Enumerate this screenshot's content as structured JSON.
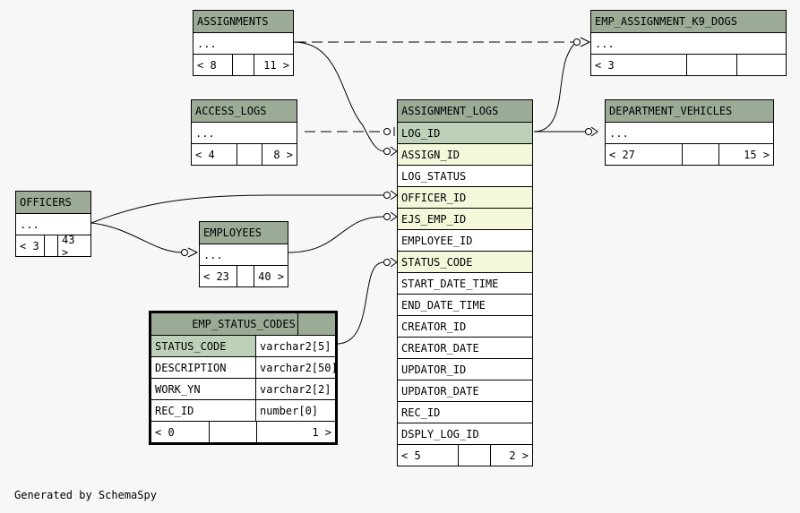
{
  "footer": "Generated by SchemaSpy",
  "tables": {
    "assignments": {
      "name": "ASSIGNMENTS",
      "ellipsis": "...",
      "parents": "< 8",
      "children": "11 >"
    },
    "emp_assignment_k9_dogs": {
      "name": "EMP_ASSIGNMENT_K9_DOGS",
      "ellipsis": "...",
      "parents": "< 3",
      "children": ""
    },
    "access_logs": {
      "name": "ACCESS_LOGS",
      "ellipsis": "...",
      "parents": "< 4",
      "children": "8 >"
    },
    "department_vehicles": {
      "name": "DEPARTMENT_VEHICLES",
      "ellipsis": "...",
      "parents": "< 27",
      "children": "15 >"
    },
    "officers": {
      "name": "OFFICERS",
      "ellipsis": "...",
      "parents": "< 3",
      "children": "43 >"
    },
    "employees": {
      "name": "EMPLOYEES",
      "ellipsis": "...",
      "parents": "< 23",
      "children": "40 >"
    },
    "assignment_logs": {
      "name": "ASSIGNMENT_LOGS",
      "columns": [
        "LOG_ID",
        "ASSIGN_ID",
        "LOG_STATUS",
        "OFFICER_ID",
        "EJS_EMP_ID",
        "EMPLOYEE_ID",
        "STATUS_CODE",
        "START_DATE_TIME",
        "END_DATE_TIME",
        "CREATOR_ID",
        "CREATOR_DATE",
        "UPDATOR_ID",
        "UPDATOR_DATE",
        "REC_ID",
        "DSPLY_LOG_ID"
      ],
      "parents": "< 5",
      "children": "2 >"
    },
    "emp_status_codes": {
      "name": "EMP_STATUS_CODES",
      "columns": [
        {
          "name": "STATUS_CODE",
          "type": "varchar2[5]"
        },
        {
          "name": "DESCRIPTION",
          "type": "varchar2[50]"
        },
        {
          "name": "WORK_YN",
          "type": "varchar2[2]"
        },
        {
          "name": "REC_ID",
          "type": "number[0]"
        }
      ],
      "parents": "< 0",
      "children": "1 >"
    }
  },
  "colors": {
    "header": "#9bab96",
    "primary_key": "#bed1b8",
    "foreign_key": "#f4f7da",
    "background": "#f7f7f7"
  }
}
